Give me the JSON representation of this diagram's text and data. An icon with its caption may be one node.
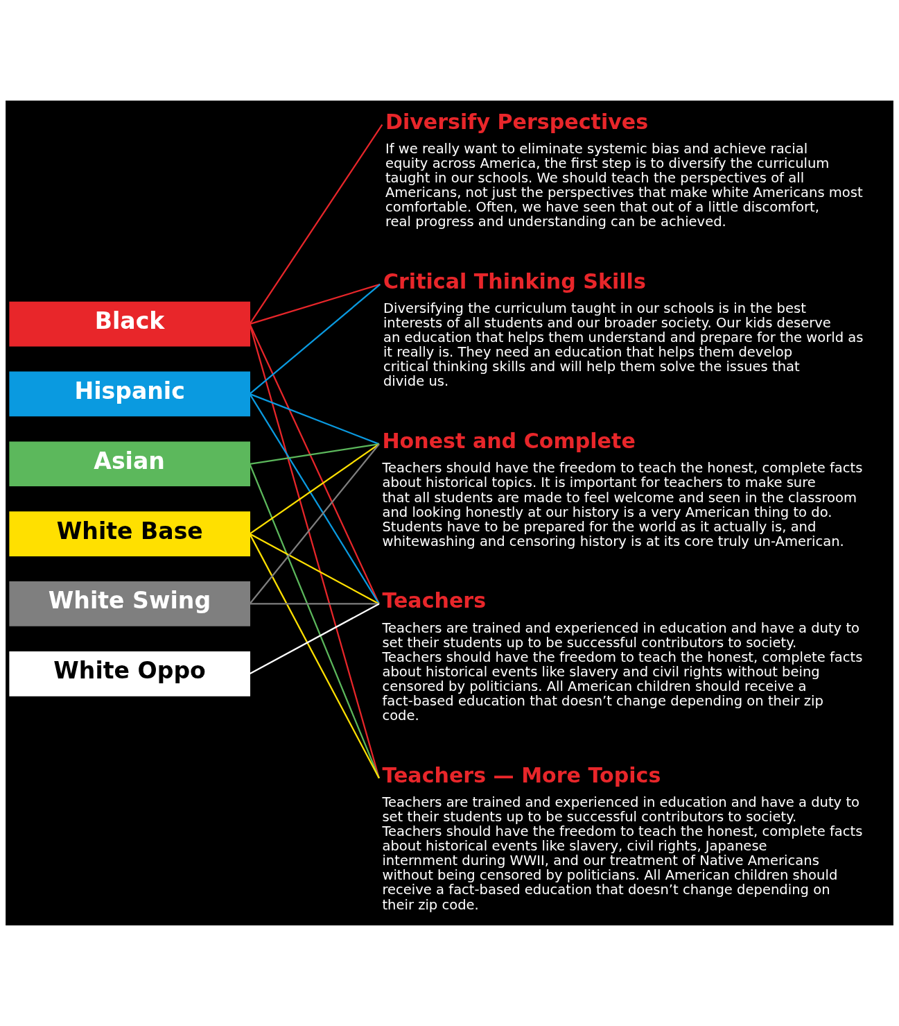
{
  "diagram": {
    "nodes": [
      {
        "text": [
          "Black"
        ]
      },
      {
        "text": [
          "Hispanic"
        ]
      },
      {
        "text": [
          "Asian"
        ]
      },
      {
        "text": [
          "White Base"
        ]
      },
      {
        "text": [
          "White Swing"
        ]
      },
      {
        "text": [
          "White Oppo"
        ]
      },
      {
        "text": [
          "Diversify Perspectives",
          "If we really want to eliminate systemic bias and achieve racial equity across America, the first step is to diversify the curriculum taught in our schools. We should teach the perspectives of all Americans, not just the perspectives that make white Americans most comfortable. Often, we have seen that out of a little discomfort, real progress and understanding can be achieved."
        ]
      },
      {
        "text": [
          "Critical Thinking Skills",
          "Diversifying the curriculum taught in our schools is in the best interests of all students and our broader society. Our kids deserve an education that helps them understand and prepare for the world as it really is. They need an education that helps them develop critical thinking skills and will help them solve the issues that divide us."
        ]
      },
      {
        "text": [
          "Honest and Complete",
          "Teachers should have the freedom to teach the honest, complete facts about historical topics. It is important for teachers to make sure that all students are made to feel welcome and seen in the classroom and looking honestly at our history is a very American thing to do. Students have to be prepared for the world as it actually is, and whitewashing and censoring history is at its core truly un-American."
        ]
      },
      {
        "text": [
          "Teachers",
          "Teachers are trained and experienced in education and have a duty to set their students up to be successful contributors to society. Teachers should have the freedom to teach the honest, complete facts about historical events like slavery and civil rights without being censored by politicians. All American children should receive a fact-based education that doesn’t change depending on their zip code."
        ]
      },
      {
        "text": [
          "Teachers — More Topics",
          "Teachers are trained and experienced in education and have a duty to set their students up to be successful contributors to society. Teachers should have the freedom to teach the honest, complete facts about historical events like slavery, civil rights, Japanese internment during WWII, and our treatment of Native Americans without being censored by politicians. All American children should receive a fact-based education that doesn’t change depending on their zip code."
        ]
      }
    ],
    "edges": [
      {
        "from": 0,
        "to": 6,
        "arrow": "none",
        "color": "#e8262a"
      },
      {
        "from": 0,
        "to": 7,
        "arrow": "none",
        "color": "#e8262a"
      },
      {
        "from": 0,
        "to": 9,
        "arrow": "none",
        "color": "#e8262a"
      },
      {
        "from": 0,
        "to": 10,
        "arrow": "none",
        "color": "#e8262a"
      },
      {
        "from": 1,
        "to": 7,
        "arrow": "none",
        "color": "#0a9ae0"
      },
      {
        "from": 1,
        "to": 8,
        "arrow": "none",
        "color": "#0a9ae0"
      },
      {
        "from": 1,
        "to": 9,
        "arrow": "none",
        "color": "#0a9ae0"
      },
      {
        "from": 2,
        "to": 8,
        "arrow": "none",
        "color": "#5cb85c"
      },
      {
        "from": 2,
        "to": 10,
        "arrow": "none",
        "color": "#5cb85c"
      },
      {
        "from": 3,
        "to": 8,
        "arrow": "none",
        "color": "#ffe000"
      },
      {
        "from": 3,
        "to": 9,
        "arrow": "none",
        "color": "#ffe000"
      },
      {
        "from": 3,
        "to": 10,
        "arrow": "none",
        "color": "#ffe000"
      },
      {
        "from": 4,
        "to": 8,
        "arrow": "none",
        "color": "#7f7f7f"
      },
      {
        "from": 4,
        "to": 9,
        "arrow": "none",
        "color": "#7f7f7f"
      },
      {
        "from": 5,
        "to": 9,
        "arrow": "none",
        "color": "#ffffff"
      }
    ]
  }
}
